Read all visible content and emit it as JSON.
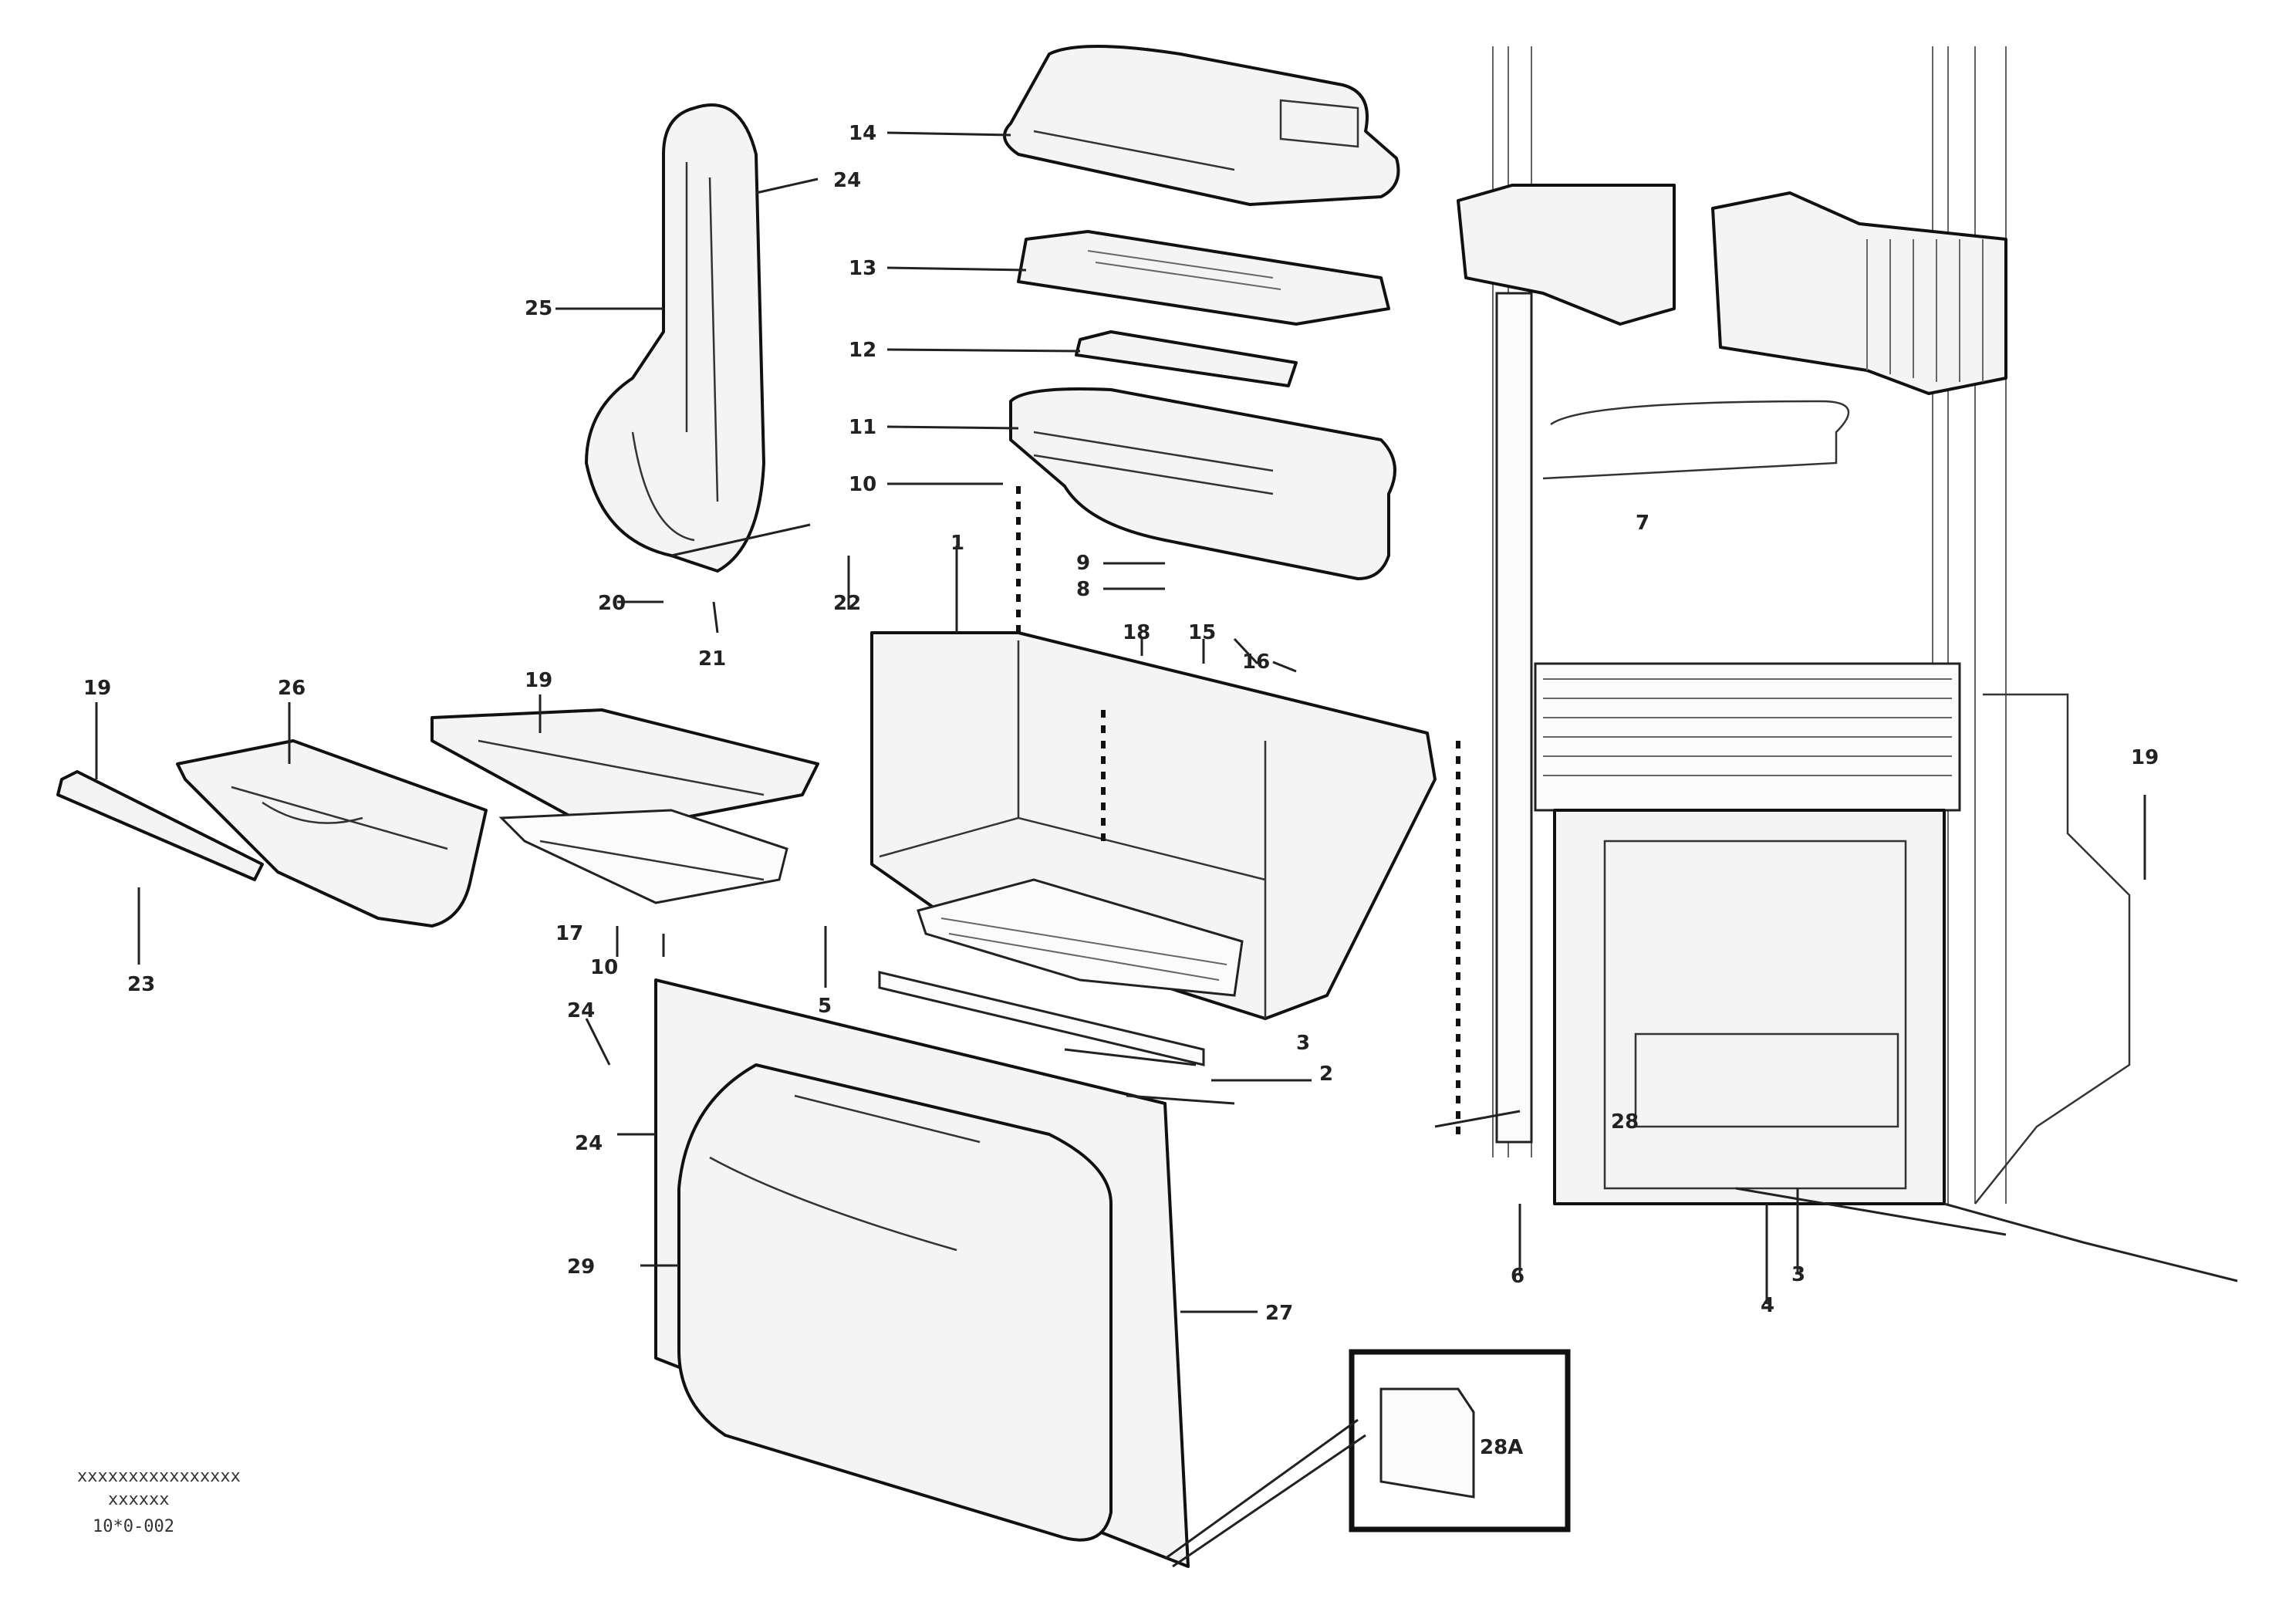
{
  "diagram": {
    "callouts": {
      "c14": "14",
      "c24a": "24",
      "c13": "13",
      "c12": "12",
      "c11": "11",
      "c10": "10",
      "c25": "25",
      "c1": "1",
      "c9": "9",
      "c8": "8",
      "c20": "20",
      "c21": "21",
      "c22": "22",
      "c18": "18",
      "c15": "15",
      "c16": "16",
      "c7": "7",
      "c19a": "19",
      "c19b": "19",
      "c26": "26",
      "c23": "23",
      "c17": "17",
      "c10b": "10",
      "c5": "5",
      "c3": "3",
      "c2": "2",
      "c24b": "24",
      "c24c": "24",
      "c29": "29",
      "c27": "27",
      "c6": "6",
      "c4": "4",
      "c3b": "3",
      "c19c": "19",
      "c28": "28",
      "c28a": "28A"
    },
    "stamp_lines": [
      "xxxxxxxxxxxxxxxx",
      "xxxxxx",
      "10*0-002"
    ]
  }
}
